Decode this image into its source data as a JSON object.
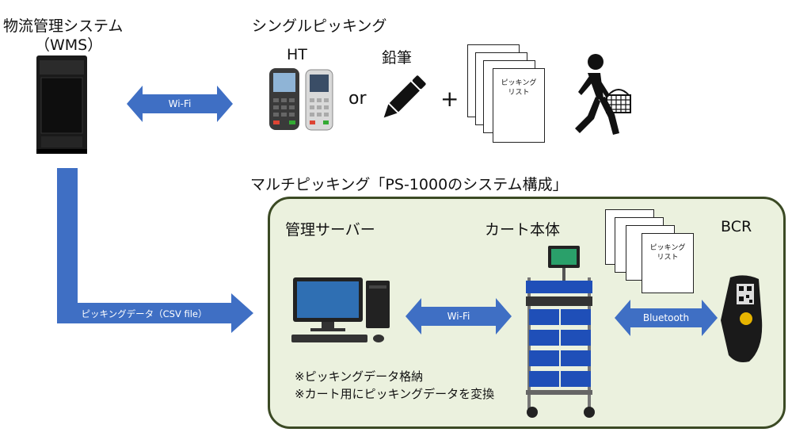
{
  "wms": {
    "title": "物流管理システム",
    "subtitle": "（WMS）"
  },
  "single": {
    "title": "シングルピッキング",
    "ht_label": "HT",
    "or_label": "or",
    "pencil_label": "鉛筆",
    "plus": "+",
    "list_line1": "ピッキング",
    "list_line2": "リスト"
  },
  "multi": {
    "title": "マルチピッキング「PS-1000のシステム構成」"
  },
  "arrows": {
    "wifi_top": "Wi-Fi",
    "wifi_panel": "Wi-Fi",
    "bluetooth": "Bluetooth",
    "picking_data": "ピッキングデータ（CSV file）"
  },
  "panel": {
    "server_label": "管理サーバー",
    "cart_label": "カート本体",
    "bcr_label": "BCR",
    "note1": "※ピッキングデータ格納",
    "note2": "※カート用にピッキングデータを変換",
    "list_line1": "ピッキング",
    "list_line2": "リスト"
  },
  "colors": {
    "arrow": "#3f6fc4",
    "panel_bg": "#ebf1de",
    "panel_border": "#3b4a24",
    "bin": "#1f4fb8"
  }
}
